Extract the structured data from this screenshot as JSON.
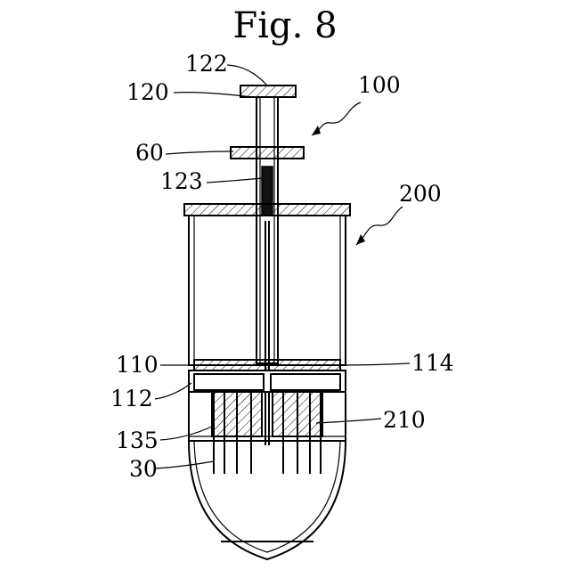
{
  "figure": {
    "title": "Fig. 8"
  },
  "labels": {
    "l100": "100",
    "l122": "122",
    "l120": "120",
    "l60": "60",
    "l123": "123",
    "l200": "200",
    "l110": "110",
    "l114": "114",
    "l112": "112",
    "l210": "210",
    "l135": "135",
    "l30": "30"
  }
}
